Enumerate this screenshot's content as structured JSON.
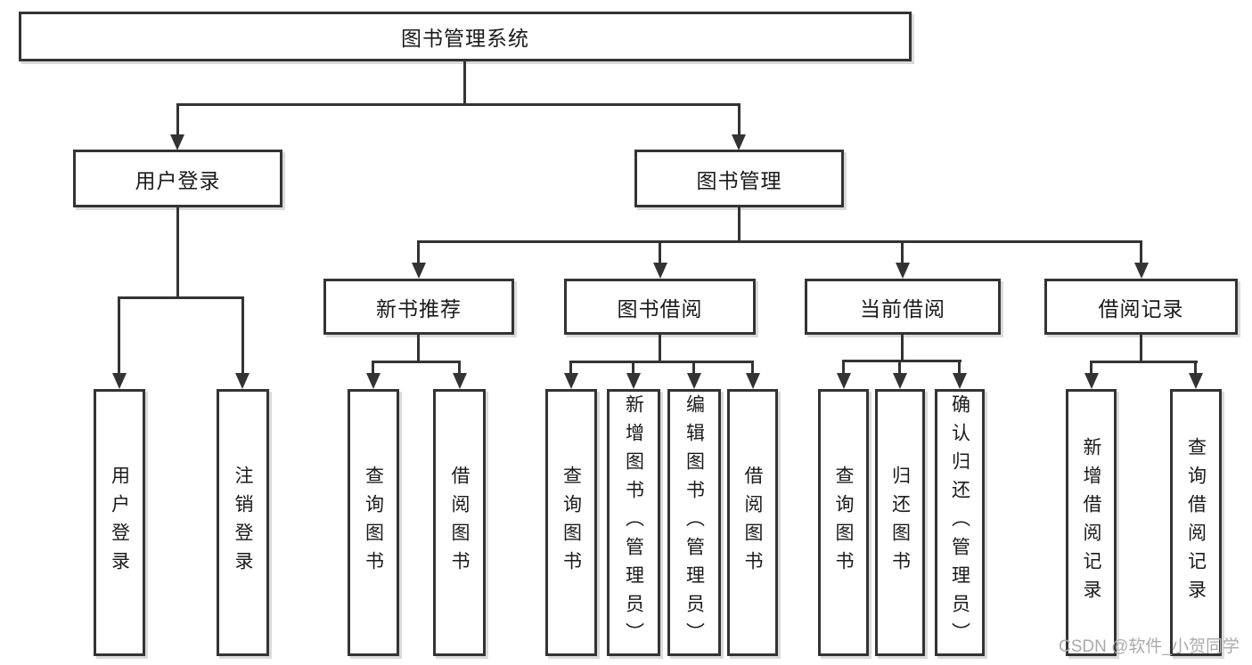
{
  "colors": {
    "line": "#333333",
    "box_fill": "#ffffff",
    "text": "#1a1a1a",
    "watermark": "#ababab"
  },
  "watermark": {
    "text": "CSDN @软件_小贺同学"
  },
  "tree": {
    "root": {
      "label": "图书管理系统"
    },
    "level2": [
      {
        "label": "用户登录"
      },
      {
        "label": "图书管理"
      }
    ],
    "level3": [
      {
        "label": "新书推荐"
      },
      {
        "label": "图书借阅"
      },
      {
        "label": "当前借阅"
      },
      {
        "label": "借阅记录"
      }
    ],
    "leaves": {
      "user_login": [
        {
          "label": "用户登录"
        },
        {
          "label": "注销登录"
        }
      ],
      "new_book": [
        {
          "label": "查询图书"
        },
        {
          "label": "借阅图书"
        }
      ],
      "book_borrow": [
        {
          "label": "查询图书"
        },
        {
          "label": "新增图书（管理员）"
        },
        {
          "label": "编辑图书（管理员）"
        },
        {
          "label": "借阅图书"
        }
      ],
      "current_borrow": [
        {
          "label": "查询图书"
        },
        {
          "label": "归还图书"
        },
        {
          "label": "确认归还（管理员）"
        }
      ],
      "borrow_record": [
        {
          "label": "新增借阅记录"
        },
        {
          "label": "查询借阅记录"
        }
      ]
    }
  }
}
